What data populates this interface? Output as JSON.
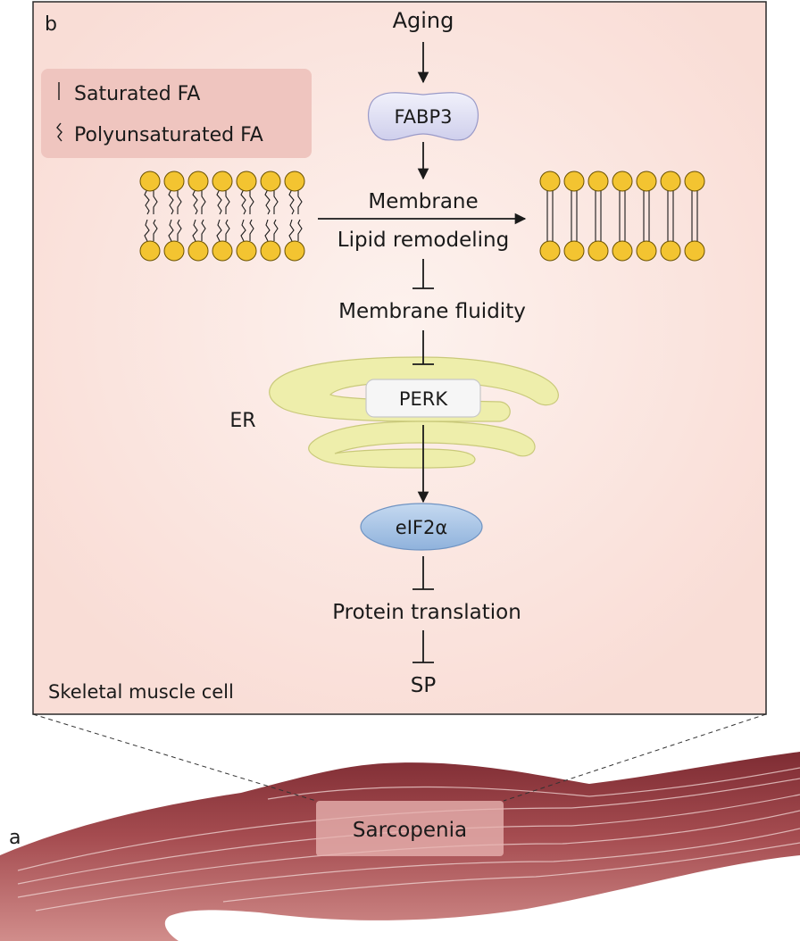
{
  "panel_labels": {
    "a": "a",
    "b": "b"
  },
  "legend": {
    "saturated": "Saturated FA",
    "polyunsaturated": "Polyunsaturated FA"
  },
  "pathway": {
    "aging": "Aging",
    "fabp3": "FABP3",
    "membrane": "Membrane",
    "lipid_remodeling": "Lipid remodeling",
    "membrane_fluidity": "Membrane fluidity",
    "er": "ER",
    "perk": "PERK",
    "eif2a": "eIF2α",
    "protein_translation": "Protein translation",
    "sp": "SP",
    "cell_label": "Skeletal muscle cell"
  },
  "muscle": {
    "label": "Sarcopenia"
  },
  "colors": {
    "panel_fill": "#fbe4de",
    "panel_glow": "#fdf3ee",
    "legend_fill": "#efc7c0",
    "lipid_head": "#f3c431",
    "lipid_head_stroke": "#6b5200",
    "fabp3_fill": "#e2e2f4",
    "perk_fill": "#f5f5f5",
    "eif2a_fill": "#a9c6e6",
    "er_fill": "#efefae",
    "muscle_dark": "#8e3a3e",
    "muscle_light": "#c97a7a"
  }
}
